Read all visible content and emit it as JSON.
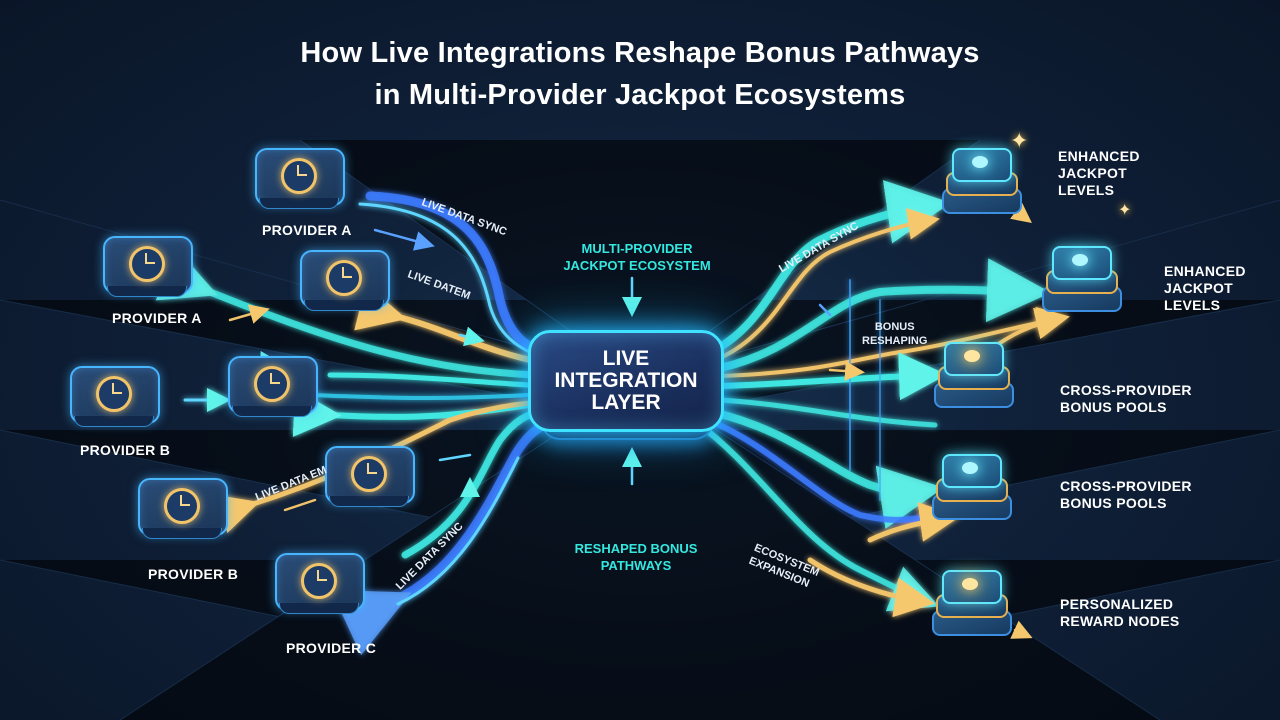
{
  "title": {
    "line1": "How Live Integrations Reshape Bonus Pathways",
    "line2": "in Multi-Provider Jackpot Ecosystems"
  },
  "hub": {
    "line1": "LIVE",
    "line2": "INTEGRATION",
    "line3": "LAYER"
  },
  "ecosystem_label": {
    "line1": "MULTI-PROVIDER",
    "line2": "JACKPOT ECOSYSTEM"
  },
  "pathways_label": {
    "line1": "RESHAPED BONUS",
    "line2": "PATHWAYS"
  },
  "providers": [
    {
      "label": "PROVIDER A"
    },
    {
      "label": "PROVIDER A"
    },
    {
      "label": "PROVIDER B"
    },
    {
      "label": "PROVIDER B"
    },
    {
      "label": "PROVIDER C"
    }
  ],
  "stream_labels": {
    "sync_top": "LIVE DATA SYNC",
    "datem": "LIVE DATEM",
    "data_em": "LIVE DATA EM",
    "sync_bottom": "LIVE DATA SYNC",
    "sync_right": "LIVE DATA SYNC",
    "bonus_reshaping": {
      "line1": "BONUS",
      "line2": "RESHAPING"
    },
    "ecosystem_expansion": {
      "line1": "ECOSYSTEM",
      "line2": "EXPANSION"
    }
  },
  "outputs": [
    {
      "line1": "ENHANCED",
      "line2": "JACKPOT",
      "line3": "LEVELS"
    },
    {
      "line1": "ENHANCED",
      "line2": "JACKPOT",
      "line3": "LEVELS"
    },
    {
      "line1": "CROSS-PROVIDER",
      "line2": "BONUS POOLS"
    },
    {
      "line1": "CROSS-PROVIDER",
      "line2": "BONUS POOLS"
    },
    {
      "line1": "PERSONALIZED",
      "line2": "REWARD NODES"
    }
  ],
  "colors": {
    "background": "#0f2038",
    "cyan_stream": "#3fe6e0",
    "blue_stream": "#3d8bff",
    "gold_stream": "#f0c36a",
    "label_cyan": "#34e8e0"
  }
}
